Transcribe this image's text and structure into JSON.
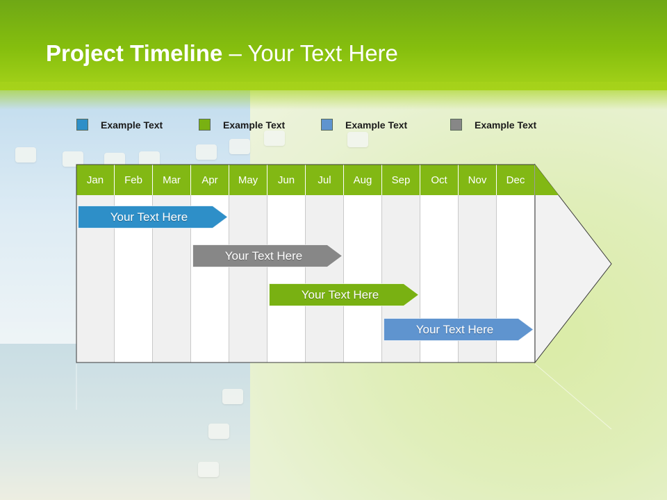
{
  "slide": {
    "title_bold": "Project Timeline",
    "title_rest": " – Your Text Here"
  },
  "colors": {
    "header_green": "#86bf0e",
    "month_green": "#82b814",
    "blue": "#2e8fc8",
    "gray": "#878787",
    "green": "#79b112",
    "steel_blue": "#5f94cf"
  },
  "legend": [
    {
      "label": "Example Text",
      "color": "#2e8fc8"
    },
    {
      "label": "Example Text",
      "color": "#79b112"
    },
    {
      "label": "Example Text",
      "color": "#5f94cf"
    },
    {
      "label": "Example Text",
      "color": "#878787"
    }
  ],
  "months": [
    "Jan",
    "Feb",
    "Mar",
    "Apr",
    "May",
    "Jun",
    "Jul",
    "Aug",
    "Sep",
    "Oct",
    "Nov",
    "Dec"
  ],
  "tasks": [
    {
      "label": "Your  Text Here",
      "start_month": 1.0,
      "end_month": 4.0,
      "color": "#2e8fc8"
    },
    {
      "label": "Your  Text Here",
      "start_month": 4.0,
      "end_month": 7.0,
      "color": "#878787"
    },
    {
      "label": "Your  Text Here",
      "start_month": 6.0,
      "end_month": 9.0,
      "color": "#79b112"
    },
    {
      "label": "Your  Text Here",
      "start_month": 9.0,
      "end_month": 12.0,
      "color": "#5f94cf"
    }
  ]
}
